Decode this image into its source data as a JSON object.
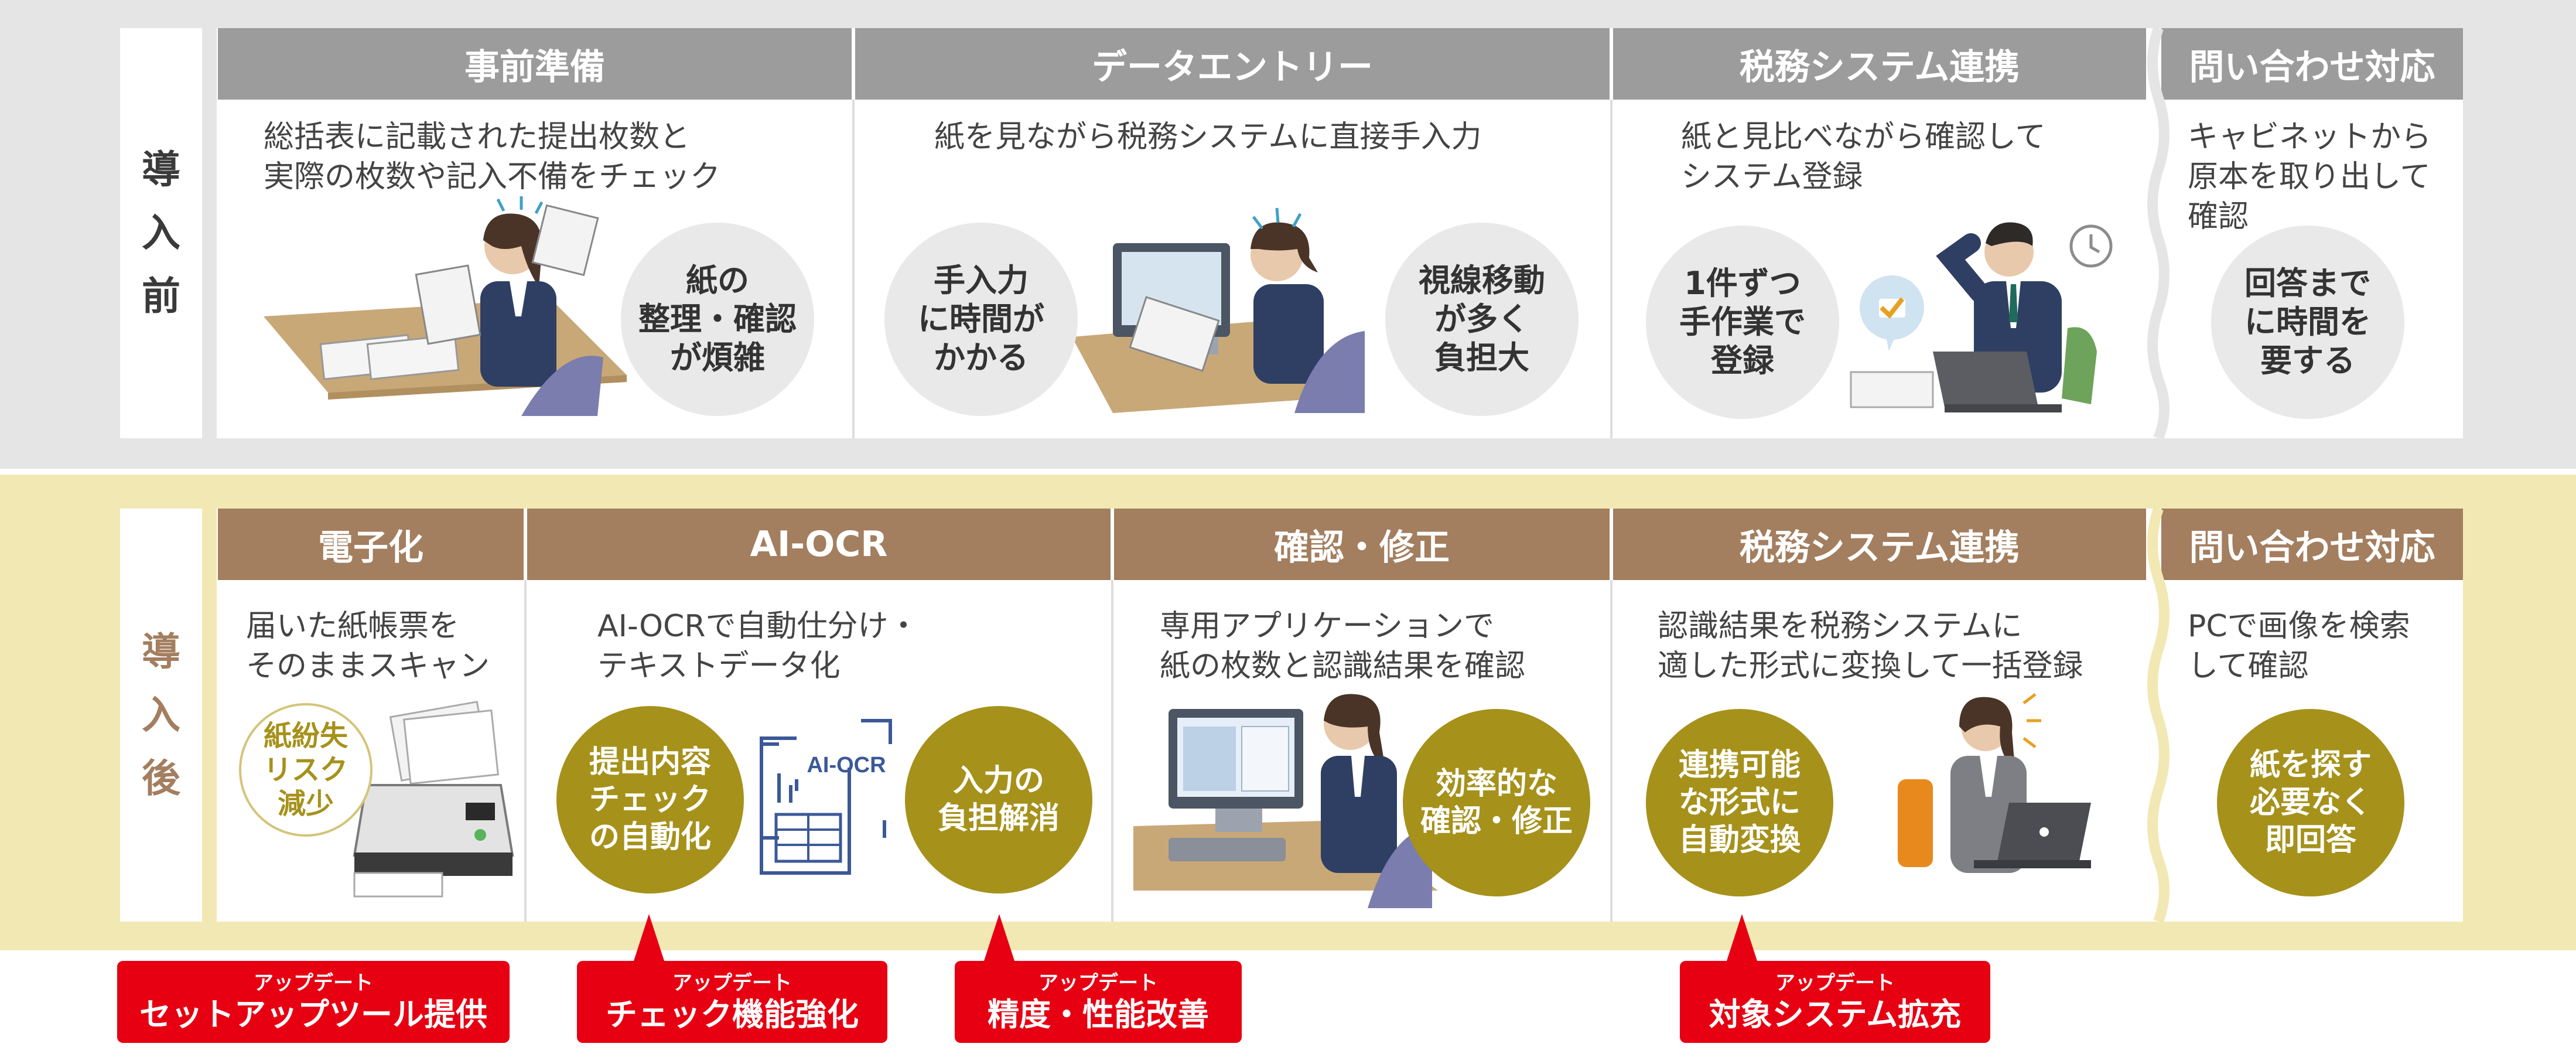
{
  "colors": {
    "before_band": "#e5e5e6",
    "after_band": "#f2e8b3",
    "gray_header": "#9c9c9c",
    "brown_header": "#a37e5f",
    "olive": "#a6911b",
    "update_red": "#e60012"
  },
  "before": {
    "side_label": [
      "導",
      "入",
      "前"
    ],
    "sections": [
      {
        "header": "事前準備",
        "desc": "総括表に記載された提出枚数と\n実際の枚数や記入不備をチェック",
        "circles": [
          "紙の\n整理・確認\nが煩雑"
        ]
      },
      {
        "header": "データエントリー",
        "desc": "紙を見ながら税務システムに直接手入力",
        "circles": [
          "手入力\nに時間が\nかかる",
          "視線移動\nが多く\n負担大"
        ]
      },
      {
        "header": "税務システム連携",
        "desc": "紙と見比べながら確認して\nシステム登録",
        "circles": [
          "1件ずつ\n手作業で\n登録"
        ]
      },
      {
        "header": "問い合わせ対応",
        "desc": "キャビネットから\n原本を取り出して\n確認",
        "circles": [
          "回答まで\nに時間を\n要する"
        ]
      }
    ]
  },
  "after": {
    "side_label": [
      "導",
      "入",
      "後"
    ],
    "sections": [
      {
        "header": "電子化",
        "desc": "届いた紙帳票を\nそのままスキャン",
        "circles": [
          "紙紛失\nリスク\n減少"
        ]
      },
      {
        "header": "AI-OCR",
        "desc": "AI-OCRで自動仕分け・\nテキストデータ化",
        "circles": [
          "提出内容\nチェック\nの自動化",
          "入力の\n負担解消"
        ],
        "icon_label": "AI-OCR"
      },
      {
        "header": "確認・修正",
        "desc": "専用アプリケーションで\n紙の枚数と認識結果を確認",
        "circles": [
          "効率的な\n確認・修正"
        ]
      },
      {
        "header": "税務システム連携",
        "desc": "認識結果を税務システムに\n適した形式に変換して一括登録",
        "circles": [
          "連携可能\nな形式に\n自動変換"
        ]
      },
      {
        "header": "問い合わせ対応",
        "desc": "PCで画像を検索\nして確認",
        "circles": [
          "紙を探す\n必要なく\n即回答"
        ]
      }
    ]
  },
  "updates": [
    {
      "small": "アップデート",
      "big": "セットアップツール提供"
    },
    {
      "small": "アップデート",
      "big": "チェック機能強化"
    },
    {
      "small": "アップデート",
      "big": "精度・性能改善"
    },
    {
      "small": "アップデート",
      "big": "対象システム拡充"
    }
  ]
}
